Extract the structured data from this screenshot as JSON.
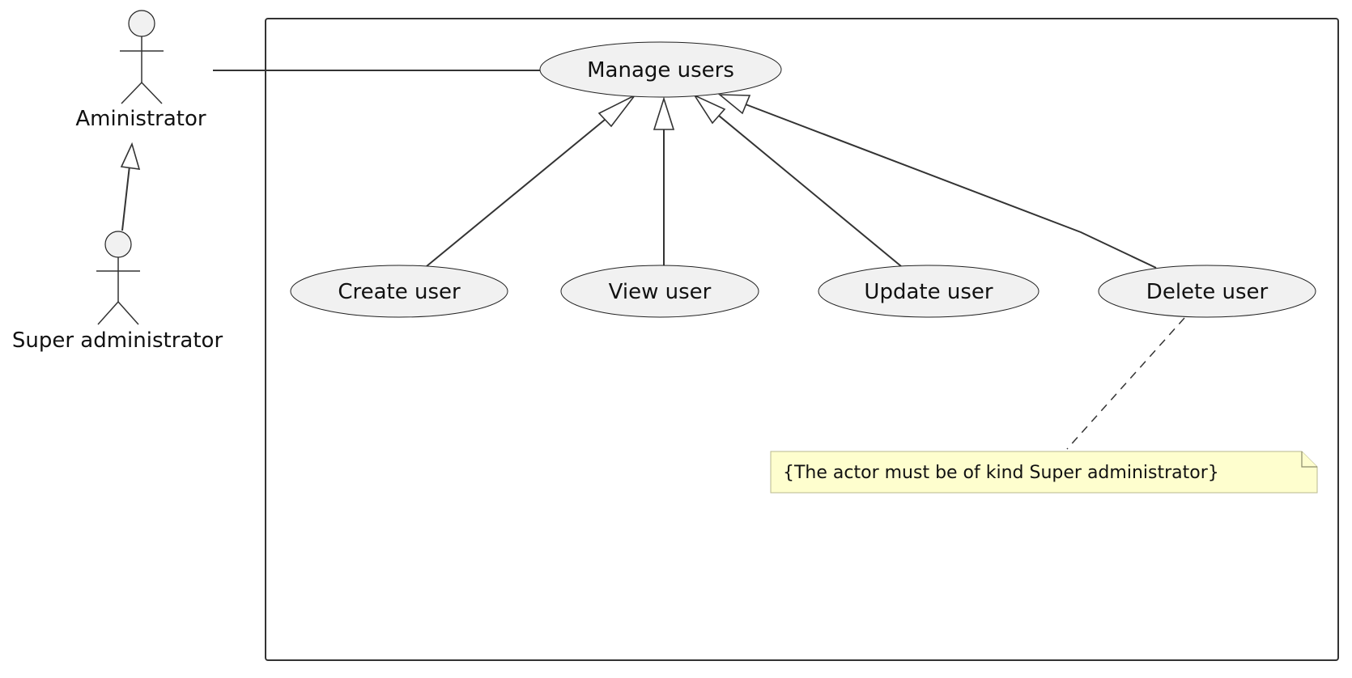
{
  "actors": {
    "administrator": {
      "label": "Aministrator",
      "icon": "stick-figure-icon"
    },
    "super_administrator": {
      "label": "Super administrator",
      "icon": "stick-figure-icon"
    }
  },
  "use_cases": {
    "manage_users": "Manage users",
    "create_user": "Create user",
    "view_user": "View user",
    "update_user": "Update user",
    "delete_user": "Delete user"
  },
  "note": {
    "text": "{The actor must be of kind Super administrator}"
  },
  "colors": {
    "use_case_fill": "#f1f1f1",
    "note_fill": "#fefece",
    "line": "#333333"
  }
}
